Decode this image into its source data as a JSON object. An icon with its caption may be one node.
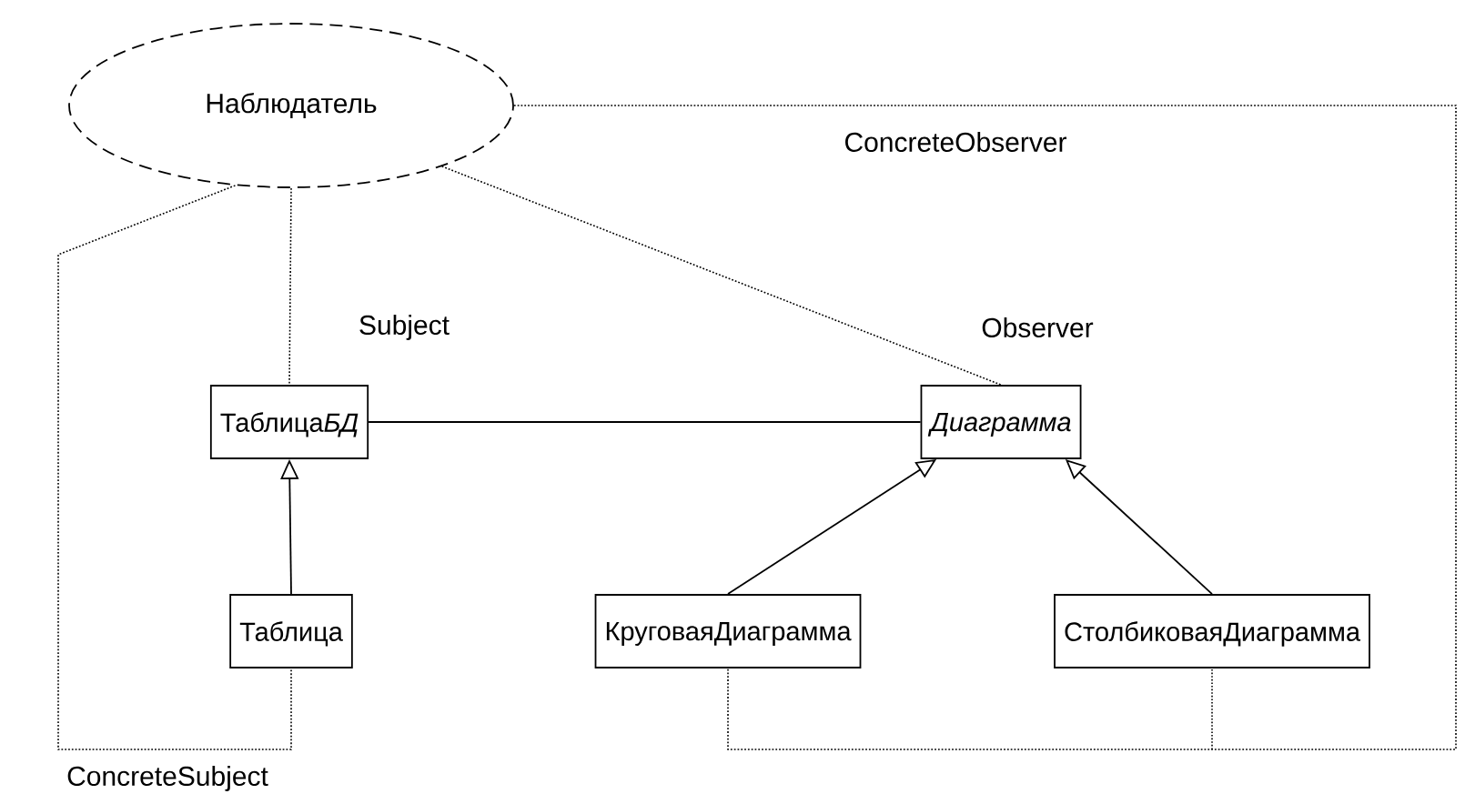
{
  "diagram": {
    "nodes": [
      {
        "text": [
          "Наблюдатель"
        ]
      },
      {
        "text": [
          "Таблица",
          "БД"
        ]
      },
      {
        "text": [
          "Диаграмма"
        ]
      },
      {
        "text": [
          "Таблица"
        ]
      },
      {
        "text": [
          "КруговаяДиаграмма"
        ]
      },
      {
        "text": [
          "СтолбиковаяДиаграмма"
        ]
      }
    ],
    "edges": [
      {
        "from": 1,
        "to": 2,
        "arrow": "none"
      },
      {
        "from": 3,
        "to": 1,
        "arrow": "to"
      },
      {
        "from": 4,
        "to": 2,
        "arrow": "to"
      },
      {
        "from": 5,
        "to": 2,
        "arrow": "to"
      },
      {
        "from": 0,
        "to": 1,
        "arrow": "none",
        "style": "dashed",
        "label": "Subject"
      },
      {
        "from": 0,
        "to": 2,
        "arrow": "none",
        "style": "dashed",
        "label": "Observer"
      },
      {
        "from": 0,
        "to": 3,
        "arrow": "none",
        "style": "dashed",
        "label": "ConcreteSubject"
      },
      {
        "from": 0,
        "to": 4,
        "arrow": "none",
        "style": "dashed",
        "label": "ConcreteObserver"
      },
      {
        "from": 0,
        "to": 5,
        "arrow": "none",
        "style": "dashed"
      }
    ]
  }
}
